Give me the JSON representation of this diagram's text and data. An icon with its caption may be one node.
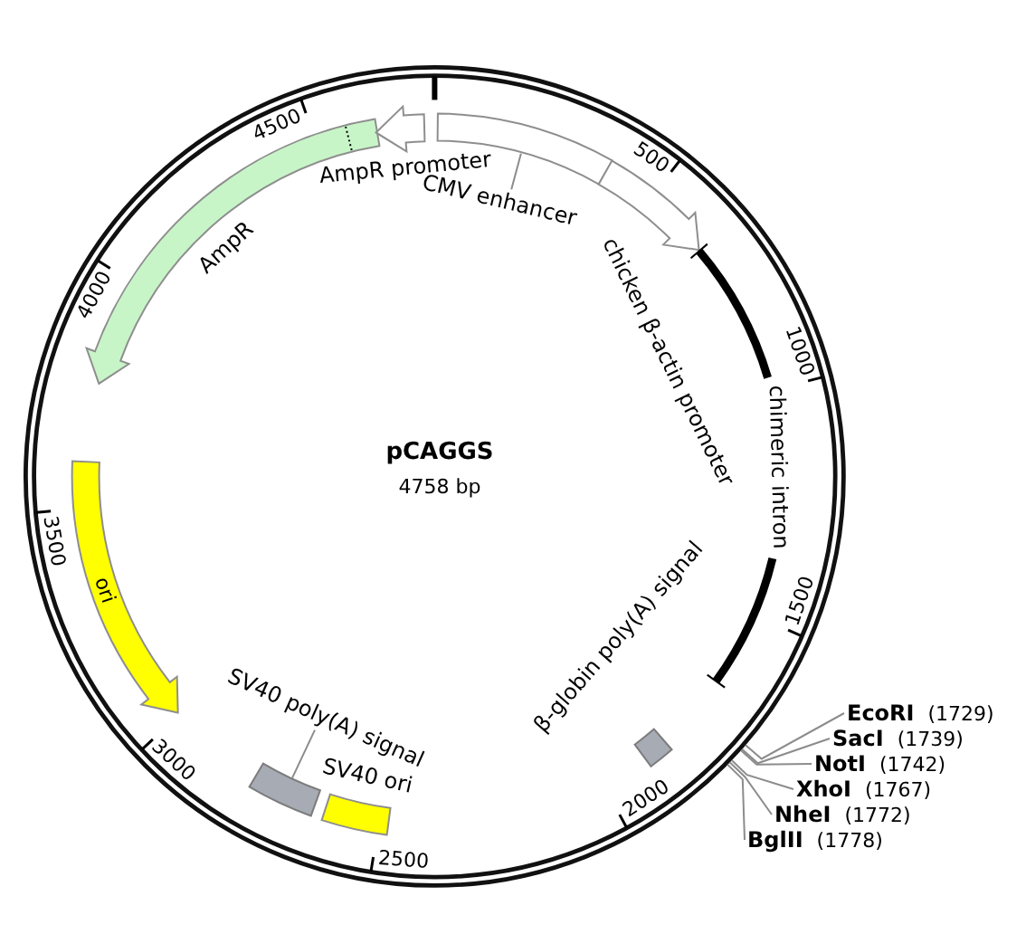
{
  "diagram": {
    "title": "pCAGGS",
    "nodes": [
      {
        "text": [
          "CMV enhancer"
        ]
      },
      {
        "text": [],
        "shape": "box"
      },
      {
        "text": [
          "chicken β-actin promoter"
        ]
      },
      {
        "text": [
          "chimeric intron"
        ]
      },
      {
        "text": [
          "**EcoRI** (1729)"
        ]
      },
      {
        "text": [
          "**SacI** (1739)"
        ]
      },
      {
        "text": [
          "**NotI** (1742)"
        ]
      },
      {
        "text": [
          "**XhoI** (1767)"
        ]
      },
      {
        "text": [
          "**NheI** (1772)"
        ]
      },
      {
        "text": [
          "**BglII** (1778)"
        ]
      },
      {
        "text": [
          "β-globin poly(A) signal"
        ]
      },
      {
        "text": [
          "SV40 ori"
        ]
      },
      {
        "text": [
          "SV40 poly(A) signal"
        ]
      },
      {
        "text": [],
        "shape": "box"
      },
      {
        "text": [
          "ori"
        ]
      },
      {
        "text": [
          "AmpR"
        ]
      },
      {
        "text": [
          "AmpR promoter"
        ]
      }
    ],
    "edges": [
      {
        "from": 0,
        "to": 1,
        "arrow": "none"
      },
      {
        "from": 4,
        "to": null,
        "arrow": "none"
      },
      {
        "from": 5,
        "to": null,
        "arrow": "none"
      },
      {
        "from": 6,
        "to": null,
        "arrow": "none"
      },
      {
        "from": 7,
        "to": null,
        "arrow": "none"
      },
      {
        "from": 8,
        "to": null,
        "arrow": "none"
      },
      {
        "from": 9,
        "to": null,
        "arrow": "none"
      },
      {
        "from": 12,
        "to": 13,
        "arrow": "none"
      }
    ],
    "labels": [
      "4758 bp",
      "500",
      "1000",
      "1500",
      "2000",
      "2500",
      "3000",
      "3500",
      "4000",
      "4500"
    ]
  }
}
